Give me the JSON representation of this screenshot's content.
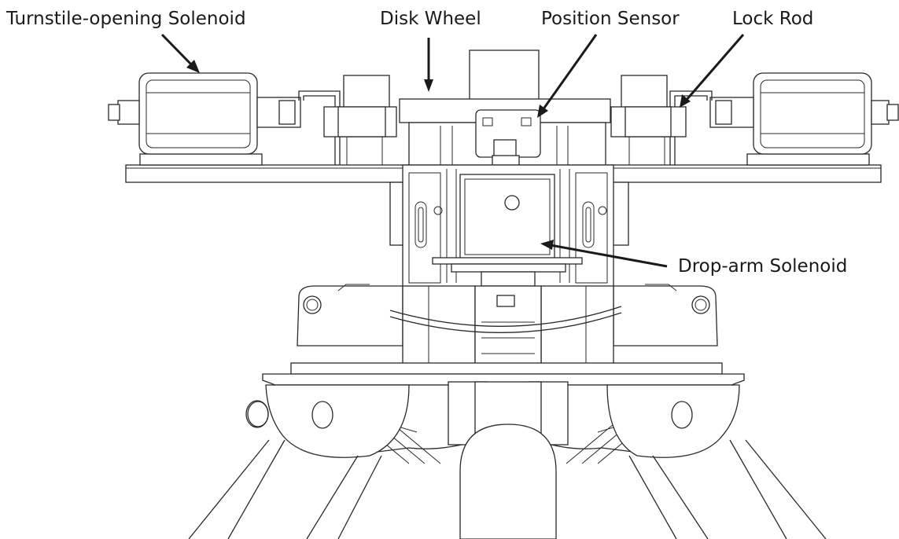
{
  "diagram": {
    "labels": {
      "turnstile_solenoid": "Turnstile-opening Solenoid",
      "disk_wheel": "Disk Wheel",
      "position_sensor": "Position Sensor",
      "lock_rod": "Lock Rod",
      "drop_arm_solenoid": "Drop-arm Solenoid"
    }
  }
}
